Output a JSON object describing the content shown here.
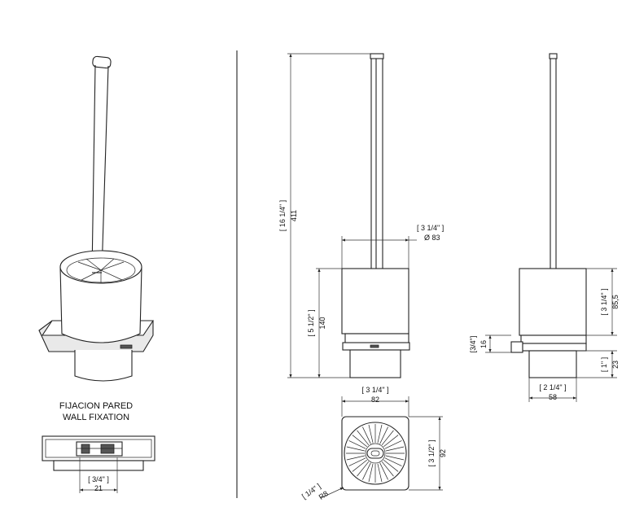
{
  "caption": {
    "line1": "FIJACION PARED",
    "line2": "WALL FIXATION"
  },
  "dimensions": {
    "total_height_in": "[ 16 1/4\" ]",
    "total_height_mm": "411",
    "body_diameter_in": "[ 3 1/4\" ]",
    "body_diameter_mm": "Ø 83",
    "lower_height_in": "[ 5 1/2\" ]",
    "lower_height_mm": "140",
    "base_width_in": "[ 3 1/4\" ]",
    "base_width_mm": "82",
    "base_depth_in": "[ 3 1/2\" ]",
    "base_depth_mm": "92",
    "radius_in": "[ 1/4\" ]",
    "radius_mm": "R8",
    "side_upper_in": "[ 3 1/4\" ]",
    "side_upper_mm": "85,5",
    "side_bracket_in": "[3/4\"]",
    "side_bracket_mm": "16",
    "side_lower_in": "[ 1\" ]",
    "side_lower_mm": "23",
    "side_width_in": "[ 2 1/4\" ]",
    "side_width_mm": "58",
    "fixation_in": "[ 3/4\" ]",
    "fixation_mm": "21"
  }
}
